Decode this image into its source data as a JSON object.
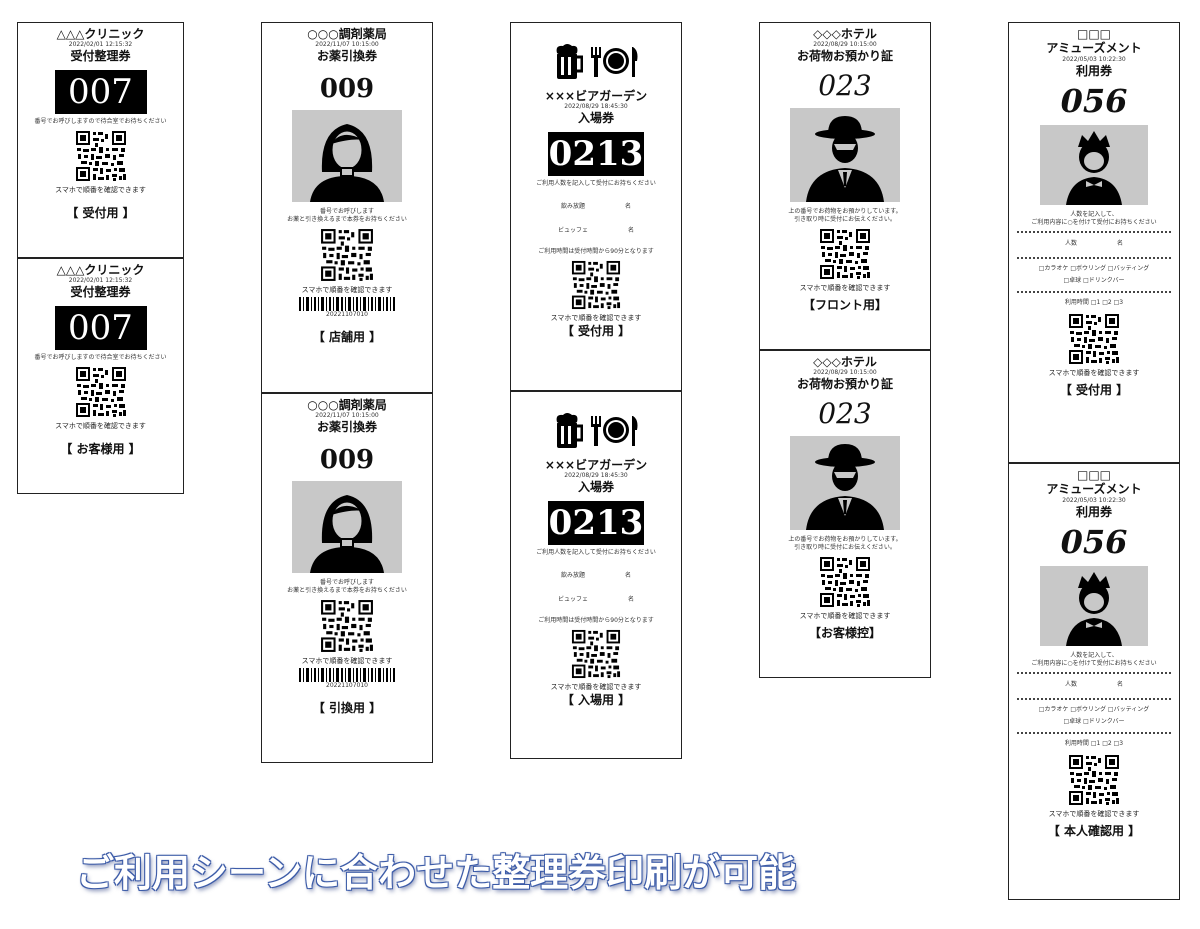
{
  "caption": "ご利用シーンに合わせた整理券印刷が可能",
  "clinic": {
    "title": "△△△クリニック",
    "date_top": "2022/02/01  12:15:32",
    "date_bottom": "2022/02/01  12:15:32",
    "label": "受付整理券",
    "number": "007",
    "note": "番号でお呼びしますので待合室でお待ちください",
    "scan": "スマホで順番を確認できます",
    "foot_top": "【 受付用 】",
    "foot_bottom": "【 お客様用 】"
  },
  "pharmacy": {
    "title": "○○○調剤薬局",
    "date": "2022/11/07  10:15:00",
    "label": "お薬引換券",
    "number": "009",
    "note1": "番号でお呼びします",
    "note2": "お薬と引き換えるまで本券をお持ちください",
    "scan": "スマホで順番を確認できます",
    "barcode": "20221107010",
    "foot_top": "【 店舗用 】",
    "foot_bottom": "【 引換用 】"
  },
  "beer": {
    "title": "×××ビアガーデン",
    "date": "2022/08/29  18:45:30",
    "label": "入場券",
    "number": "0213",
    "note": "ご利用人数を記入して受付にお持ちください",
    "row1_label": "飲み放題",
    "row2_label": "ビュッフェ",
    "unit": "名",
    "time_note": "ご利用時間は受付時間から90分となります",
    "scan": "スマホで順番を確認できます",
    "foot_top": "【 受付用 】",
    "foot_bottom": "【 入場用 】"
  },
  "hotel": {
    "title": "◇◇◇ホテル",
    "date": "2022/08/29  10:15:00",
    "label": "お荷物お預かり証",
    "number": "023",
    "note1": "上の番号でお荷物をお預かりしています。",
    "note2": "引き取り時に受付にお伝えください。",
    "scan": "スマホで順番を確認できます",
    "foot_top": "【フロント用】",
    "foot_bottom": "【お客様控】"
  },
  "amusement": {
    "title": "□□□",
    "subtitle": "アミューズメント",
    "date": "2022/05/03   10:22:30",
    "label": "利用券",
    "number": "056",
    "note1": "人数を記入して、",
    "note2": "ご利用内容に○を付けて受付にお持ちください",
    "people_label": "人数",
    "unit": "名",
    "checks1": "□カラオケ  □ボウリング  □バッティング",
    "checks2": "□卓球  □ドリンクバー",
    "time_label": "利用時間  □1  □2  □3",
    "scan": "スマホで順番を確認できます",
    "foot_top": "【 受付用 】",
    "foot_bottom": "【 本人確認用 】"
  }
}
